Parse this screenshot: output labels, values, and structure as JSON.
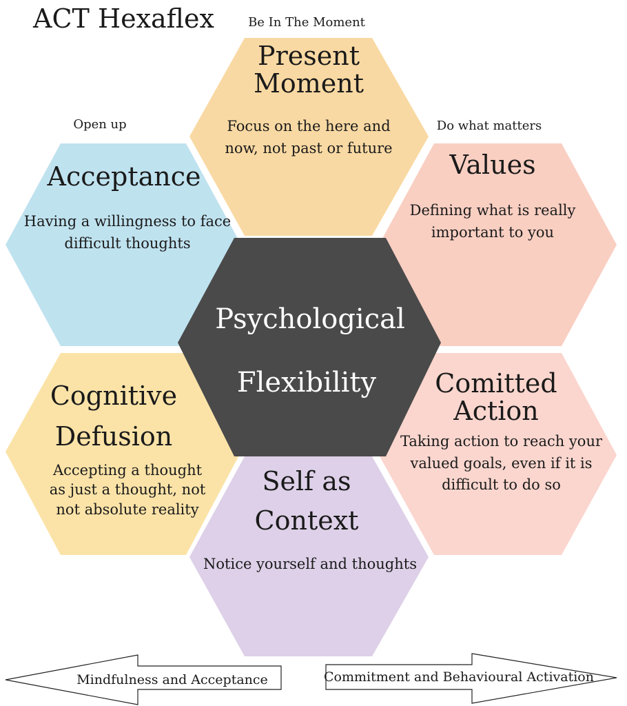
{
  "title": "ACT Hexaflex",
  "center": {
    "line1": "Psychological",
    "line2": "Flexibility"
  },
  "hexagons": {
    "present": {
      "tag": "Be In The Moment",
      "line1": "Present",
      "line2": "Moment",
      "desc1": "Focus on the here and",
      "desc2": "now, not past or future",
      "color": "#f9d9a3"
    },
    "acceptance": {
      "tag": "Open up",
      "heading": "Acceptance",
      "desc1": "Having a willingness to face",
      "desc2": "difficult thoughts",
      "color": "#bfe2ef"
    },
    "values": {
      "tag": "Do what matters",
      "heading": "Values",
      "desc1": "Defining what is really",
      "desc2": "important to you",
      "color": "#f9cfc2"
    },
    "defusion": {
      "line1": "Cognitive",
      "line2": "Defusion",
      "desc1": "Accepting a thought",
      "desc2": "as just a thought, not",
      "desc3": "not absolute reality",
      "color": "#fbe3a8"
    },
    "committed": {
      "line1": "Comitted",
      "line2": "Action",
      "desc1": "Taking action to reach your",
      "desc2": "valued goals, even if it is",
      "desc3": "difficult to do so",
      "color": "#fad6ce"
    },
    "self": {
      "line1": "Self as",
      "line2": "Context",
      "desc1": "Notice yourself and thoughts",
      "color": "#ddd0e8"
    },
    "center_color": "#4a4a4a"
  },
  "arrows": {
    "left": "Mindfulness and Acceptance",
    "right": "Commitment and Behavioural Activation"
  }
}
